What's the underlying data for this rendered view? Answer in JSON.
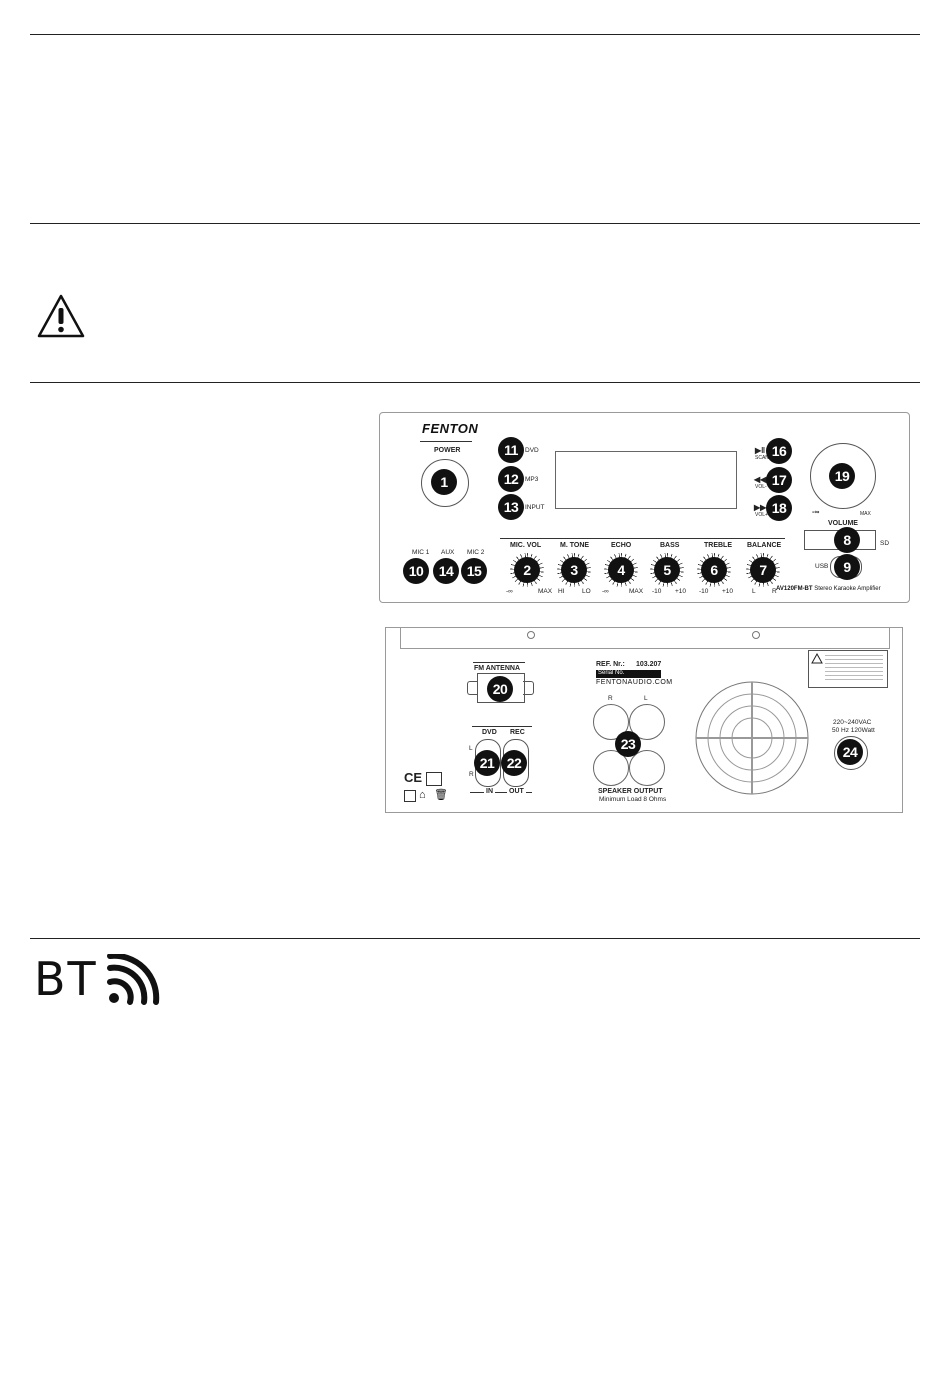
{
  "front_panel": {
    "brand": "FENTON",
    "power_label": "POWER",
    "source_labels": [
      "DVD",
      "MP3",
      "INPUT"
    ],
    "transport_labels": [
      "SCAN",
      "VOL-",
      "VOL+"
    ],
    "volume_label": "VOLUME",
    "volume_min": "-∞",
    "volume_max": "MAX",
    "sd_label": "SD",
    "usb_label": "USB",
    "model_code": "AV120FM-BT",
    "model_text": "Stereo Karaoke Amplifier",
    "inputs": [
      "MIC 1",
      "AUX",
      "MIC 2"
    ],
    "knobs": [
      {
        "label": "MIC. VOL",
        "min": "-∞",
        "max": "MAX",
        "num": "2"
      },
      {
        "label": "M. TONE",
        "min": "HI",
        "max": "LO",
        "num": "3"
      },
      {
        "label": "ECHO",
        "min": "-∞",
        "max": "MAX",
        "num": "4"
      },
      {
        "label": "BASS",
        "min": "-10",
        "max": "+10",
        "num": "5"
      },
      {
        "label": "TREBLE",
        "min": "-10",
        "max": "+10",
        "num": "6"
      },
      {
        "label": "BALANCE",
        "min": "L",
        "max": "R",
        "num": "7"
      }
    ]
  },
  "rear_panel": {
    "fm_antenna_label": "FM ANTENNA",
    "ref_label": "REF. Nr.:",
    "ref_value": "103.207",
    "serial_label": "Serial No.",
    "website": "FENTONAUDIO.COM",
    "speaker_output_label": "SPEAKER OUTPUT",
    "speaker_output_sub": "Minimum Load 8 Ohms",
    "speaker_r": "R",
    "speaker_l": "L",
    "dvd_label": "DVD",
    "rec_label": "REC",
    "in_label": "IN",
    "out_label": "OUT",
    "ch_l": "L",
    "ch_r": "R",
    "mains_voltage": "220~240VAC",
    "mains_power": "50 Hz 120Watt",
    "ce_mark": "CE"
  },
  "callouts": [
    "1",
    "8",
    "9",
    "10",
    "11",
    "12",
    "13",
    "14",
    "15",
    "16",
    "17",
    "18",
    "19",
    "20",
    "21",
    "22",
    "23",
    "24"
  ],
  "bt_logo_text": "BT",
  "icons": [
    "warning-icon",
    "bluetooth-wave-icon",
    "play-pause-icon",
    "previous-icon",
    "next-icon",
    "fan-grille-icon",
    "recycle-bin-icon"
  ]
}
